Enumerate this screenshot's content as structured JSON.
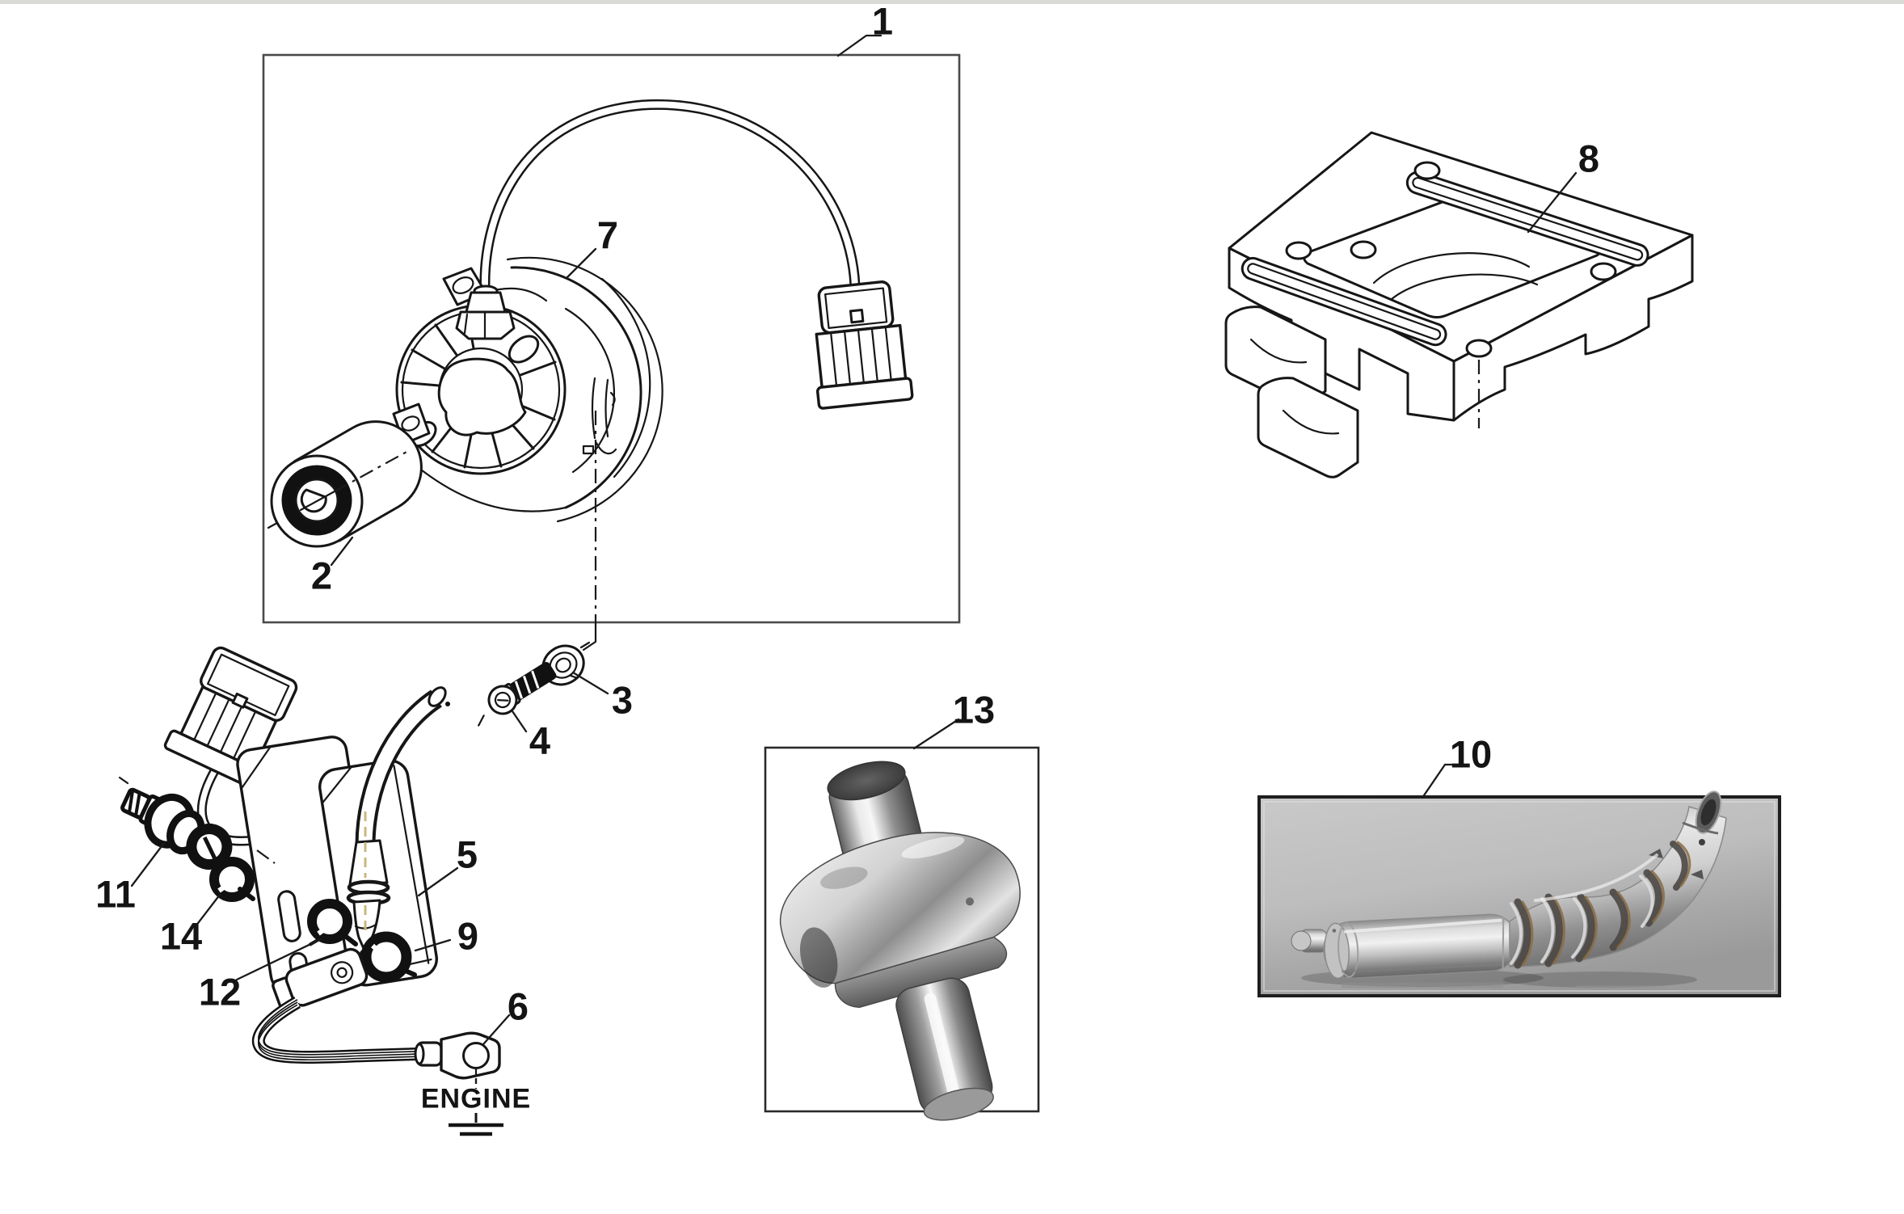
{
  "page": {
    "type": "exploded-parts-diagram",
    "background": "#ffffff",
    "line_color": "#161616",
    "spark_centerline_color": "#c9b87c",
    "photo_background": "#b8b8b8"
  },
  "callouts": {
    "c1": "1",
    "c2": "2",
    "c3": "3",
    "c4": "4",
    "c5": "5",
    "c6": "6",
    "c7": "7",
    "c8": "8",
    "c9": "9",
    "c10": "10",
    "c11": "11",
    "c12": "12",
    "c13": "13",
    "c14": "14"
  },
  "engine_ground": {
    "label": "ENGINE"
  }
}
